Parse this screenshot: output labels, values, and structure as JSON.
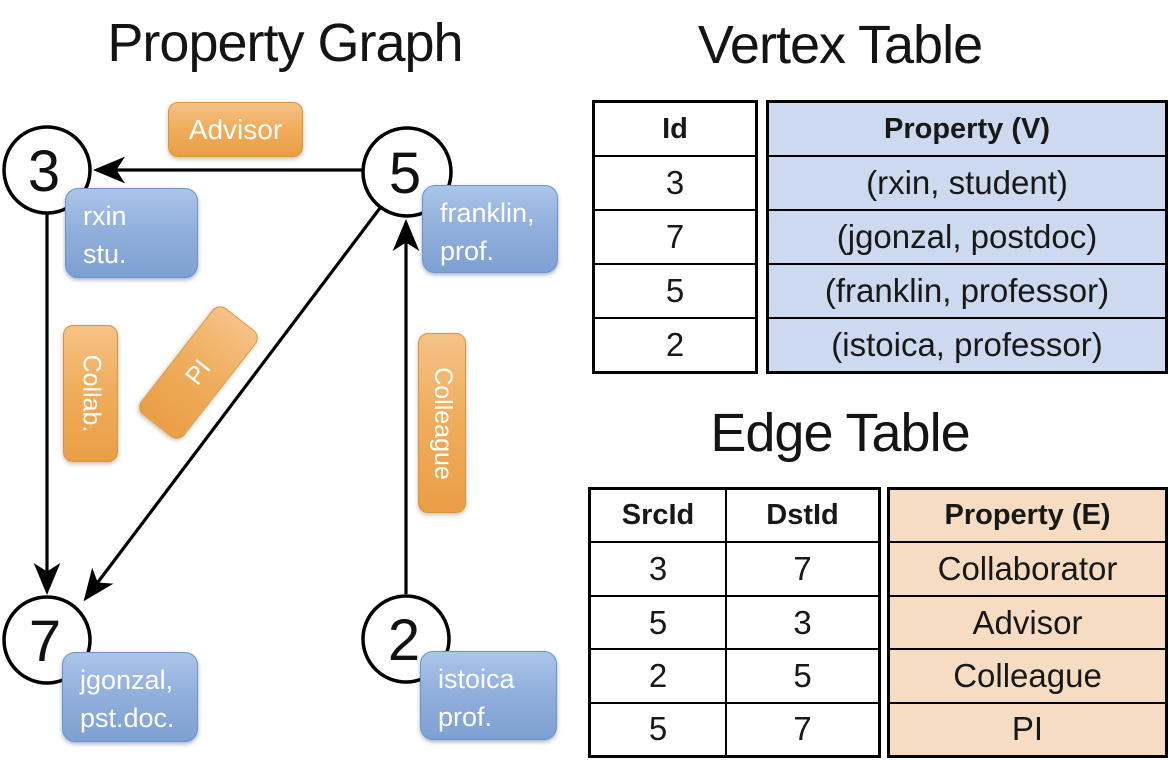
{
  "graph": {
    "title": "Property Graph",
    "nodes": [
      {
        "id": "3",
        "label_line1": "rxin",
        "label_line2": "stu."
      },
      {
        "id": "5",
        "label_line1": "franklin,",
        "label_line2": "prof."
      },
      {
        "id": "7",
        "label_line1": "jgonzal,",
        "label_line2": "pst.doc."
      },
      {
        "id": "2",
        "label_line1": "istoica",
        "label_line2": "prof."
      }
    ],
    "edge_labels": {
      "advisor": "Advisor",
      "collab": "Collab.",
      "pi": "PI",
      "colleague": "Colleague"
    }
  },
  "vertex_table": {
    "title": "Vertex Table",
    "columns": {
      "id": "Id",
      "property": "Property (V)"
    },
    "rows": [
      {
        "id": "3",
        "property": "(rxin, student)"
      },
      {
        "id": "7",
        "property": "(jgonzal, postdoc)"
      },
      {
        "id": "5",
        "property": "(franklin, professor)"
      },
      {
        "id": "2",
        "property": "(istoica, professor)"
      }
    ]
  },
  "edge_table": {
    "title": "Edge Table",
    "columns": {
      "src": "SrcId",
      "dst": "DstId",
      "property": "Property (E)"
    },
    "rows": [
      {
        "src": "3",
        "dst": "7",
        "property": "Collaborator"
      },
      {
        "src": "5",
        "dst": "3",
        "property": "Advisor"
      },
      {
        "src": "2",
        "dst": "5",
        "property": "Colleague"
      },
      {
        "src": "5",
        "dst": "7",
        "property": "PI"
      }
    ]
  },
  "colors": {
    "edge_label_orange": "#eda44e",
    "vertex_label_blue": "#8aaad9",
    "vertex_property_cell_bg": "#cdd9ee",
    "edge_property_cell_bg": "#f6dcc2",
    "graph_line": "#000000"
  }
}
